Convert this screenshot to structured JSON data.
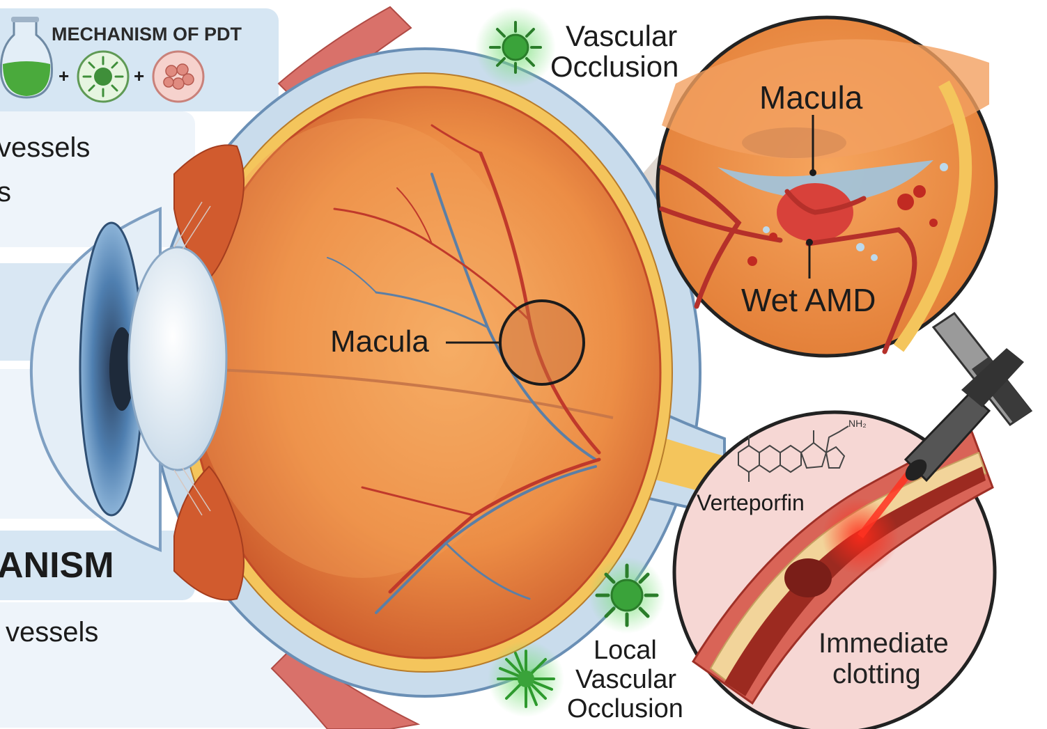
{
  "left_panel": {
    "header_title": "MECHANISM OF PDT",
    "plus_1": "+",
    "plus_2": "+",
    "line_1": "vessels",
    "line_2": "s",
    "section_title": "ANISM",
    "line_3": "vessels"
  },
  "labels": {
    "vascular_occlusion_1": "Vascular",
    "vascular_occlusion_2": "Occlusion",
    "macula_main": "Macula",
    "inset_macula": "Macula",
    "inset_wet_amd": "Wet AMD",
    "verteporfin": "Verteporfin",
    "nh2": "NH₂",
    "immediate_1": "Immediate",
    "immediate_2": "clotting",
    "local_1": "Local",
    "local_2": "Vascular",
    "local_3": "Occlusion"
  },
  "colors": {
    "panel_bg": "#dbe9f5",
    "sclera_blue": "#c9dcec",
    "retina_orange": "#e8883f",
    "vessel_red": "#c0392b",
    "vessel_blue": "#5b7fa6",
    "glow_green": "#3aa33a"
  },
  "icons": [
    "flask-icon",
    "virus-icon",
    "cell-icon",
    "magnifier-icon",
    "laser-icon",
    "burst-icon"
  ]
}
